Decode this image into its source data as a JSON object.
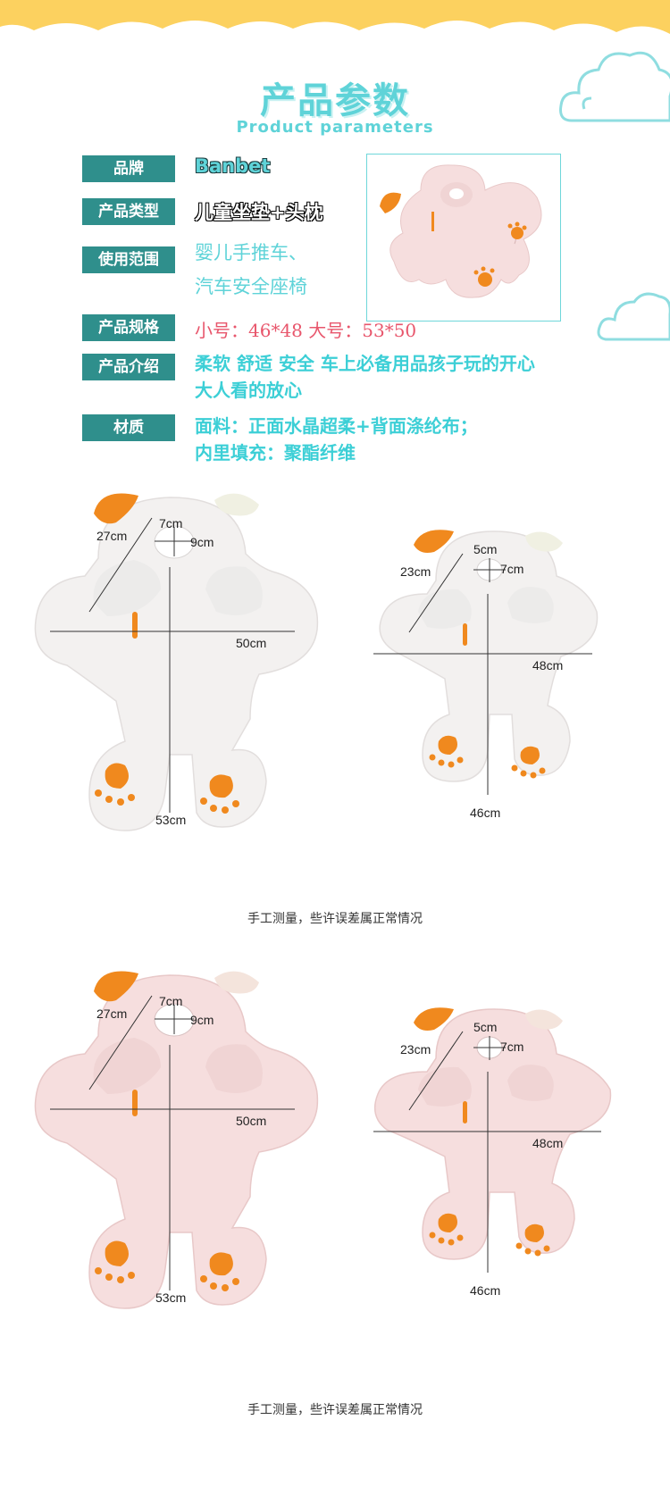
{
  "header": {
    "title_cn": "产品参数",
    "title_en": "Product parameters"
  },
  "params": {
    "brand_label": "品牌",
    "brand_value": "Banbet",
    "type_label": "产品类型",
    "type_value": "儿童坐垫+头枕",
    "range_label": "使用范围",
    "range_line1": "婴儿手推车、",
    "range_line2": "汽车安全座椅",
    "spec_label": "产品规格",
    "spec_value": "小号：46*48 大号：53*50",
    "intro_label": "产品介绍",
    "intro_line1": "柔软 舒适 安全 车上必备用品孩子玩的开心",
    "intro_line2": "大人看的放心",
    "material_label": "材质",
    "material_line1": "面料：正面水晶超柔+背面涤纶布；",
    "material_line2": "内里填充：聚酯纤维"
  },
  "measurements": {
    "large": {
      "head_h": "27cm",
      "hole_w": "7cm",
      "hole_h": "9cm",
      "width": "50cm",
      "height": "53cm"
    },
    "small": {
      "head_h": "23cm",
      "hole_w": "5cm",
      "hole_h": "7cm",
      "width": "48cm",
      "height": "46cm"
    }
  },
  "note": "手工测量，些许误差属正常情况",
  "colors": {
    "banner": "#fcd15f",
    "accent": "#5fd3d8",
    "label_bg": "#2f8f8c",
    "spec": "#e8566c",
    "ear_orange": "#f0891e",
    "pad_white": "#f3f1f0",
    "pad_pink": "#f6dede"
  }
}
